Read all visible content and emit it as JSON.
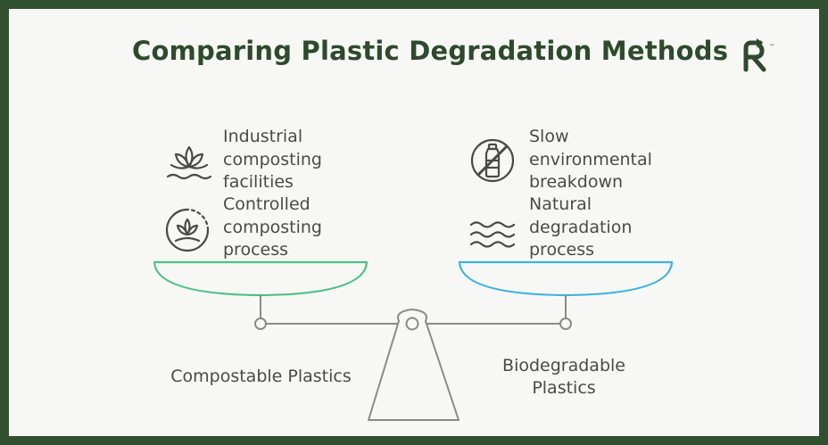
{
  "title": "Comparing Plastic Degradation Methods",
  "logo": {
    "icon": "recycle-r-logo",
    "mark": "R",
    "trademark": "™"
  },
  "left": {
    "label": "Compostable Plastics",
    "color": "#4fc08a",
    "items": [
      {
        "icon": "lotus-plant-icon",
        "text": "Industrial\ncomposting\nfacilities"
      },
      {
        "icon": "sprout-circle-icon",
        "text": "Controlled\ncomposting\nprocess"
      }
    ]
  },
  "right": {
    "label": "Biodegradable\nPlastics",
    "color": "#3fb2dc",
    "items": [
      {
        "icon": "no-plastic-bottle-icon",
        "text": "Slow\nenvironmental\nbreakdown"
      },
      {
        "icon": "water-waves-icon",
        "text": "Natural\ndegradation\nprocess"
      }
    ]
  },
  "colors": {
    "background": "#31502f",
    "title": "#2e4a2d",
    "text": "#4a4a4a",
    "beam": "#8a8a8a"
  }
}
